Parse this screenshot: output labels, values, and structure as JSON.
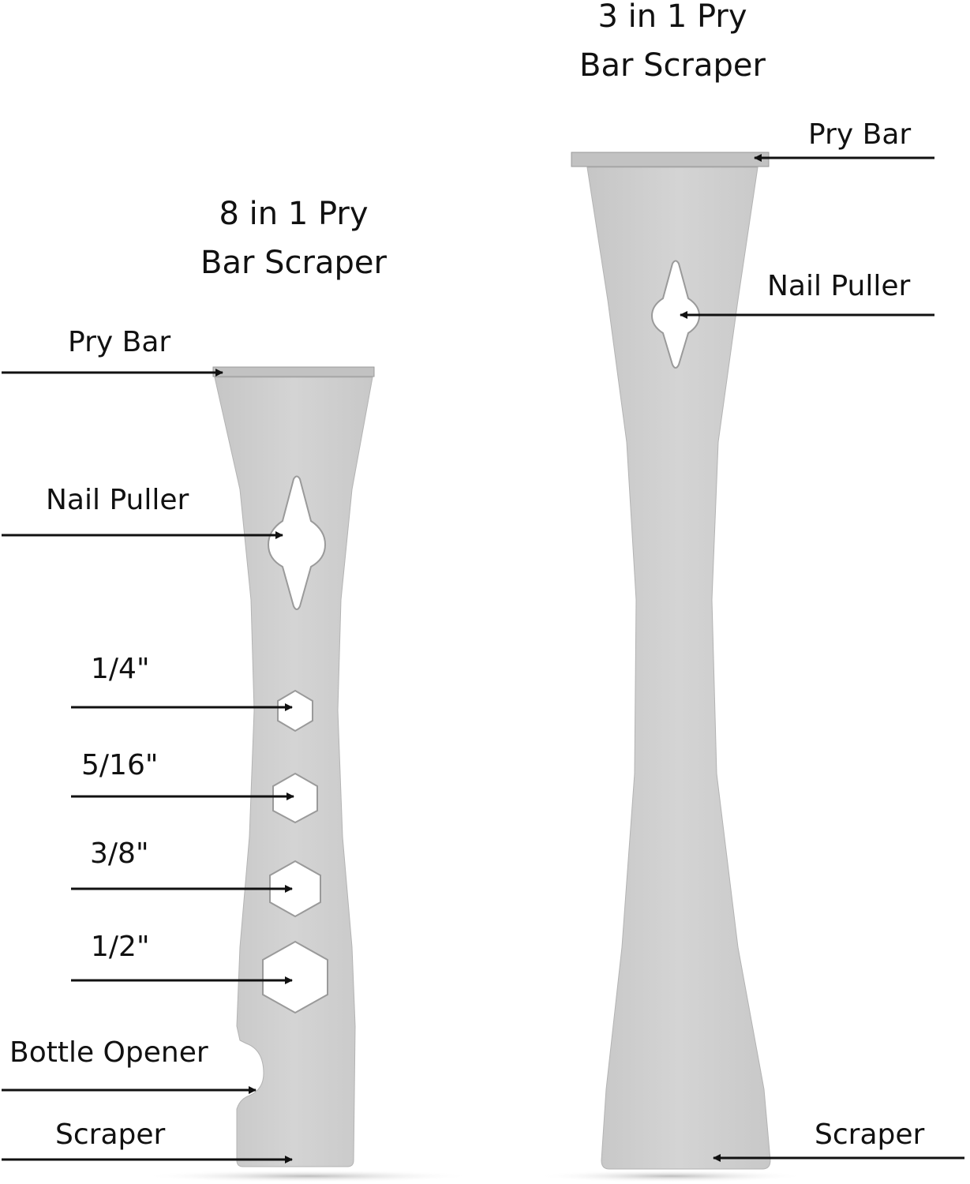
{
  "diagram": {
    "left_tool": {
      "title_line1": "8 in 1 Pry",
      "title_line2": "Bar Scraper",
      "callouts": [
        {
          "id": "pry-bar",
          "label": "Pry Bar"
        },
        {
          "id": "nail-puller",
          "label": "Nail Puller"
        },
        {
          "id": "hex-1-4",
          "label": "1/4\""
        },
        {
          "id": "hex-5-16",
          "label": "5/16\""
        },
        {
          "id": "hex-3-8",
          "label": "3/8\""
        },
        {
          "id": "hex-1-2",
          "label": "1/2\""
        },
        {
          "id": "bottle-opener",
          "label": "Bottle Opener"
        },
        {
          "id": "scraper",
          "label": "Scraper"
        }
      ]
    },
    "right_tool": {
      "title_line1": "3 in 1 Pry",
      "title_line2": "Bar Scraper",
      "callouts": [
        {
          "id": "pry-bar",
          "label": "Pry Bar"
        },
        {
          "id": "nail-puller",
          "label": "Nail Puller"
        },
        {
          "id": "scraper",
          "label": "Scraper"
        }
      ]
    },
    "colors": {
      "background": "#ffffff",
      "metal": "#cfcfcf",
      "metal_edge": "#a8a8a8",
      "arrow": "#111111",
      "text": "#111111"
    }
  }
}
